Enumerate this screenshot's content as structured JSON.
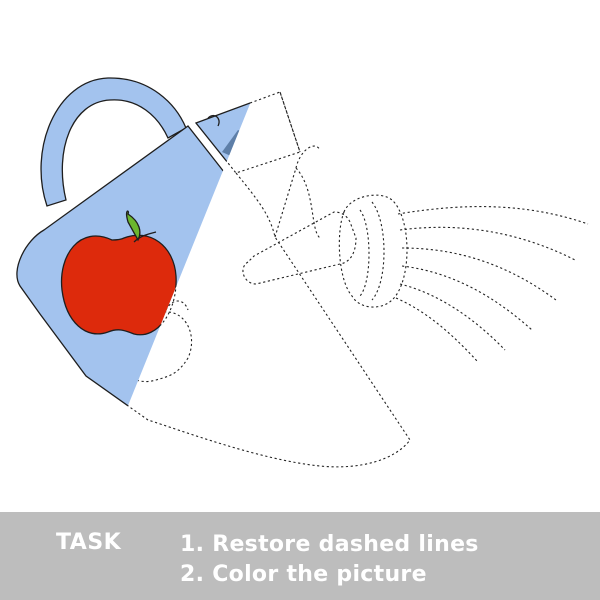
{
  "task": {
    "label": "TASK",
    "steps": [
      "1. Restore dashed lines",
      "2. Color the picture"
    ]
  },
  "colors": {
    "can_fill": "#a3c3ee",
    "apple_fill": "#dd2a0c",
    "leaf_fill": "#6bb62e",
    "spout_shadow": "#5e7fa8",
    "outline": "#1e1e1e",
    "dashed_outline": "#222222",
    "task_bar_background": "#bdbdbd",
    "task_text": "#ffffff"
  },
  "illustration": {
    "subject": "watering-can-with-apple",
    "icon": "watering-can-icon"
  }
}
